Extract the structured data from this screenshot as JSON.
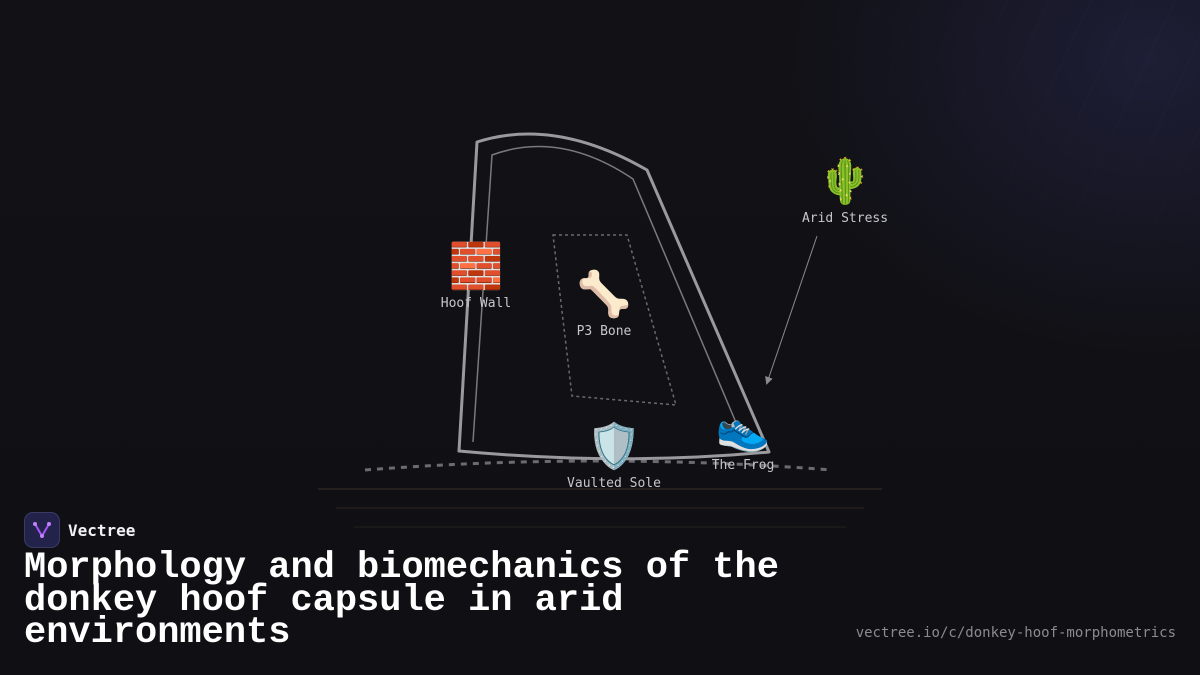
{
  "brand": {
    "name": "Vectree",
    "logo_icon": "vectree-logo-icon",
    "accent": "#a855f7"
  },
  "title": "Morphology and biomechanics of the donkey hoof capsule in arid environments",
  "url": "vectree.io/c/donkey-hoof-morphometrics",
  "nodes": {
    "hoof_wall": {
      "icon": "🧱",
      "label": "Hoof Wall"
    },
    "p3_bone": {
      "icon": "🦴",
      "label": "P3 Bone"
    },
    "arid_stress": {
      "icon": "🌵",
      "label": "Arid Stress"
    },
    "frog": {
      "icon": "👟",
      "label": "The Frog"
    },
    "sole": {
      "icon": "🛡️",
      "label": "Vaulted Sole"
    }
  },
  "colors": {
    "background": "#111116",
    "outline": "#9a9a9e",
    "label": "#c6c6cc"
  }
}
